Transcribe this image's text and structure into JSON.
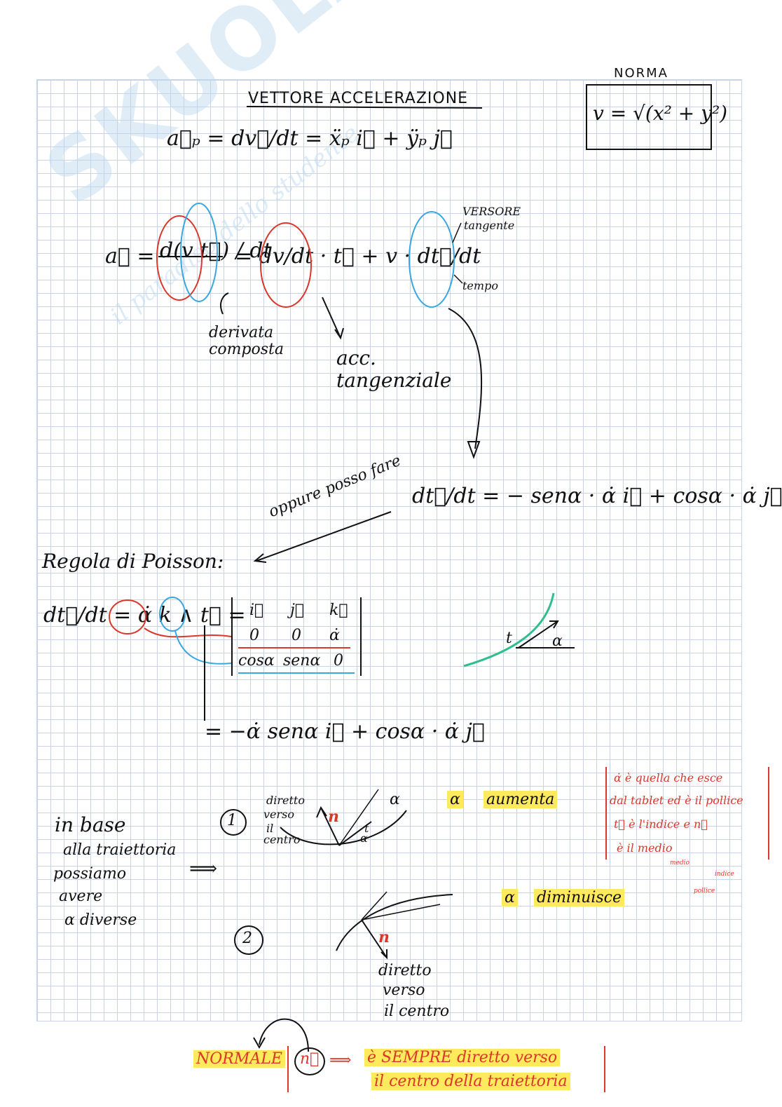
{
  "watermark": {
    "brand": "SKUOLA.net",
    "tagline": "il paradiso dello studente"
  },
  "norma": {
    "label": "NORMA",
    "formula": "v = √(x² + y²)"
  },
  "title": "VETTORE ACCELERAZIONE",
  "eq1": "a⃗ₚ = dv⃗/dt = ẍₚ i⃗ + ÿₚ j⃗",
  "eq2": {
    "lhs": "a⃗ =",
    "frac1": "d(v t⃗) / dt",
    "rhs": "= dv/dt · t⃗ + v · dt⃗/dt"
  },
  "notes": {
    "versore": "VERSORE",
    "tangente": "tangente",
    "tempo": "tempo",
    "derivata": "derivata",
    "composta": "composta",
    "acc": "acc.",
    "tangenziale": "tangenziale"
  },
  "eq3": "dt⃗/dt = − senα · α̇ i⃗ + cosα · α̇ j⃗",
  "oppure": "oppure posso fare",
  "poisson": {
    "title": "Regola di Poisson:",
    "lhs": "dt⃗/dt = α̇ k ∧ t⃗ =",
    "matrix_row1": [
      "i⃗",
      "j⃗",
      "k⃗"
    ],
    "matrix_row2": [
      "0",
      "0",
      "α̇"
    ],
    "matrix_row3": [
      "cosα",
      "senα",
      "0"
    ],
    "result": "= −α̇ senα i⃗ + cosα · α̇ j⃗"
  },
  "sketch": {
    "t": "t",
    "alpha": "α"
  },
  "traiettoria": {
    "line1": "in base",
    "line2": "alla traiettoria",
    "line3": "possiamo",
    "line4": "avere",
    "line5": "α diverse",
    "arrow": "⟹"
  },
  "case1": {
    "num": "1",
    "diretto": "diretto",
    "verso": "verso",
    "il": "il",
    "centro": "centro",
    "n": "n",
    "t": "t",
    "alpha": "α",
    "label_alpha": "α",
    "label": "aumenta"
  },
  "case2": {
    "num": "2",
    "n": "n",
    "diretto": "diretto",
    "verso": "verso",
    "centro": "il centro",
    "label_alpha": "α",
    "label": "diminuisce"
  },
  "rednote": {
    "line1": "α̇ è quella che esce",
    "line2": "dal tablet ed è il pollice",
    "line3": "t⃗ è l'indice e n⃗",
    "line4": "è il medio",
    "small1": "medio",
    "small2": "indice",
    "small3": "pollice"
  },
  "normale": {
    "label": "NORMALE",
    "n": "n⃗",
    "arrow": "⟹",
    "line1": "è SEMPRE diretto verso",
    "line2": "il centro della traiettoria"
  }
}
